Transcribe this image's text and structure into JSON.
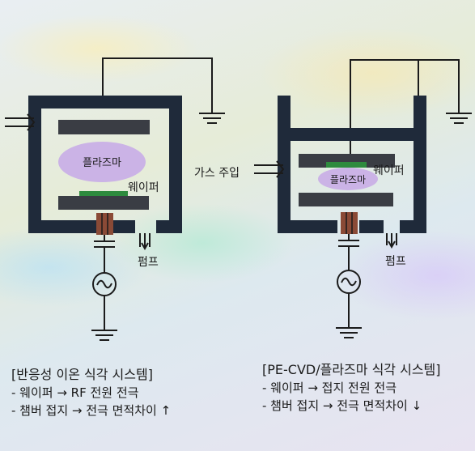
{
  "left_diagram": {
    "plasma": "플라즈마",
    "wafer": "웨이퍼",
    "pump": "펌프"
  },
  "right_diagram": {
    "gas_inlet": "가스 주입",
    "plasma": "플라즈마",
    "wafer": "웨이퍼",
    "pump": "펌프"
  },
  "left_caption": {
    "title": "[반응성 이온 식각 시스템]",
    "line1": "- 웨이퍼 → RF 전원 전극",
    "line2": "- 챔버 접지 → 전극 면적차이 ↑"
  },
  "right_caption": {
    "title": "[PE-CVD/플라즈마 식각 시스템]",
    "line1": "- 웨이퍼 → 접지 전원 전극",
    "line2": "- 챔버 접지 → 전극 면적차이 ↓"
  },
  "colors": {
    "chamber": "#1f2a3a",
    "electrode": "#3a3d44",
    "plasma": "#cbb3e6",
    "wafer": "#2e8b3e",
    "insulator": "#8a4a36"
  }
}
